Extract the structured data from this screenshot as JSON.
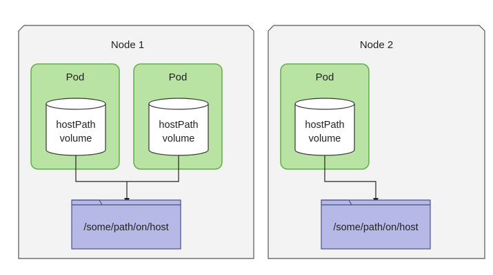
{
  "nodes": [
    {
      "label": "Node 1",
      "pods": [
        {
          "label": "Pod",
          "volume": {
            "line1": "hostPath",
            "line2": "volume"
          }
        },
        {
          "label": "Pod",
          "volume": {
            "line1": "hostPath",
            "line2": "volume"
          }
        }
      ],
      "host_folder": {
        "label": "/some/path/on/host"
      }
    },
    {
      "label": "Node 2",
      "pods": [
        {
          "label": "Pod",
          "volume": {
            "line1": "hostPath",
            "line2": "volume"
          }
        }
      ],
      "host_folder": {
        "label": "/some/path/on/host"
      }
    }
  ],
  "colors": {
    "node_fill": "#f3f3f3",
    "node_stroke": "#555555",
    "pod_fill": "#b9e3a2",
    "pod_stroke": "#5fae4a",
    "cylinder_fill": "#ffffff",
    "cylinder_stroke": "#333333",
    "folder_fill": "#b6b9e6",
    "folder_stroke": "#4d4f8c",
    "connector": "#222222"
  }
}
